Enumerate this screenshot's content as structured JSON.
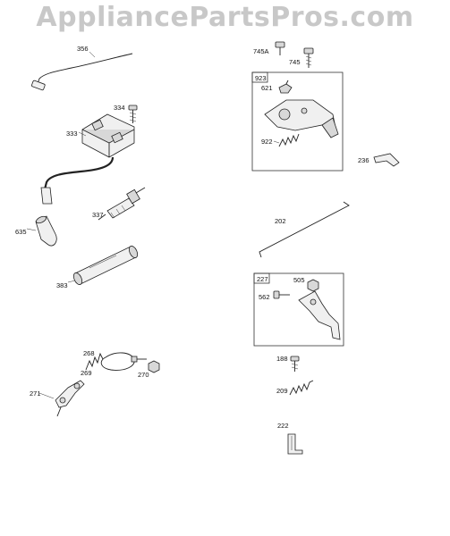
{
  "watermark": "AppliancePartsPros.com",
  "parts": {
    "p356": "356",
    "p334": "334",
    "p333": "333",
    "p337": "337",
    "p635": "635",
    "p383": "383",
    "p268": "268",
    "p269": "269",
    "p270": "270",
    "p271": "271",
    "p745A": "745A",
    "p745": "745",
    "p923": "923",
    "p621": "621",
    "p922": "922",
    "p236": "236",
    "p202": "202",
    "p227": "227",
    "p505": "505",
    "p562": "562",
    "p188": "188",
    "p209": "209",
    "p222": "222"
  }
}
